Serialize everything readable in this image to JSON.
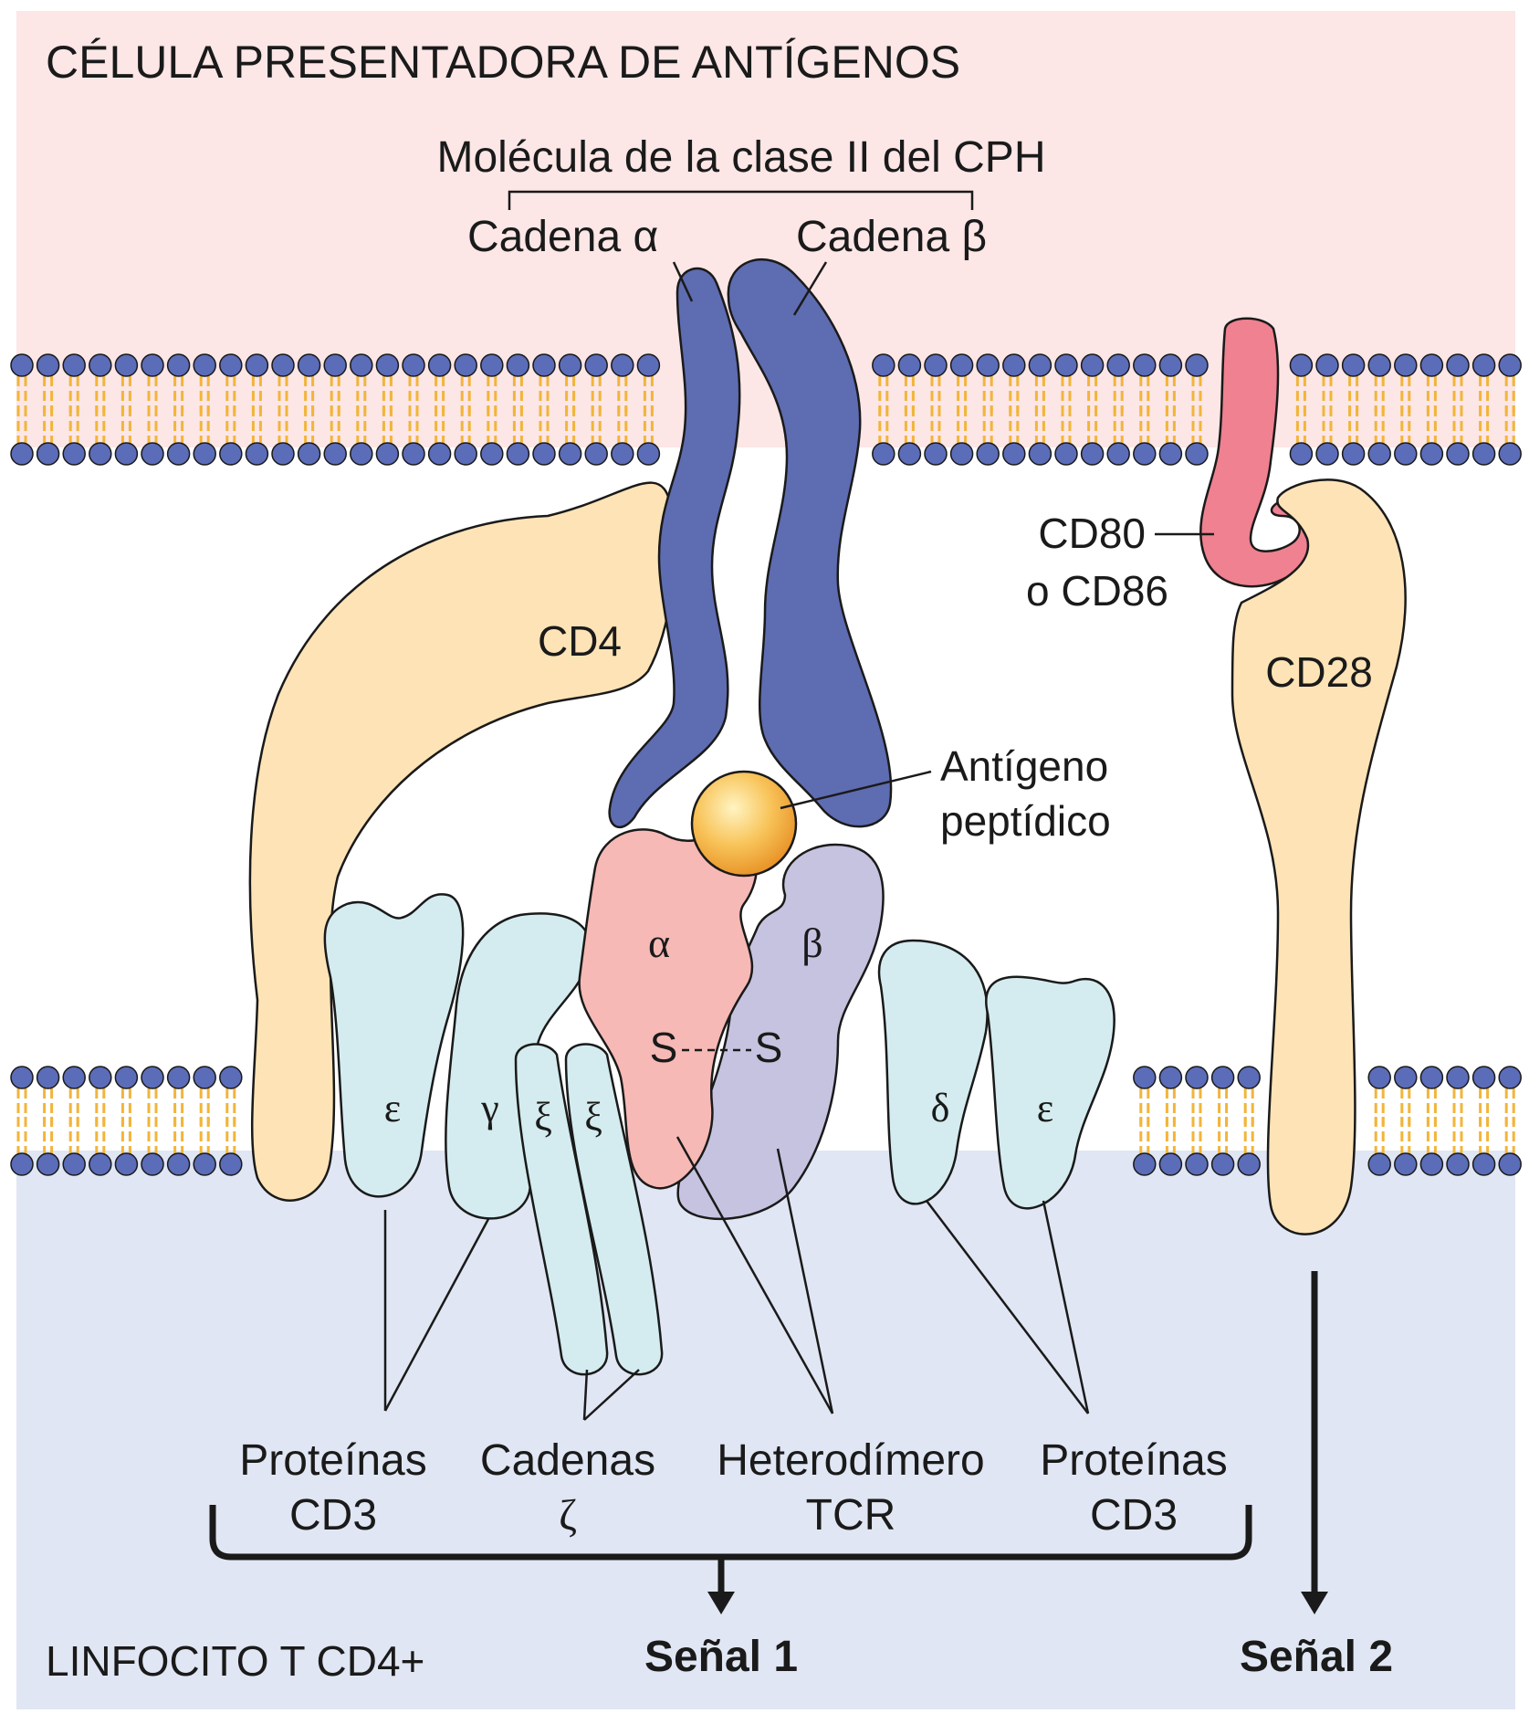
{
  "regions": {
    "apc_title": "CÉLULA PRESENTADORA DE ANTÍGENOS",
    "tcell_title": "LINFOCITO T CD4+"
  },
  "mhc": {
    "title": "Molécula de la clase II del CPH",
    "alpha_label": "Cadena α",
    "beta_label": "Cadena β"
  },
  "molecules": {
    "cd4": "CD4",
    "cd80_line1": "CD80",
    "cd80_line2": "o CD86",
    "cd28": "CD28",
    "antigen_line1": "Antígeno",
    "antigen_line2": "peptídico"
  },
  "tcr": {
    "alpha": "α",
    "beta": "β",
    "disulfide_left": "S",
    "disulfide_right": "S"
  },
  "cd3_subunits": {
    "epsilon_left": "ε",
    "gamma": "γ",
    "xi_1": "ξ",
    "xi_2": "ξ",
    "delta": "δ",
    "epsilon_right": "ε"
  },
  "bottom_labels": {
    "cd3_left_line1": "Proteínas",
    "cd3_left_line2": "CD3",
    "zeta_line1": "Cadenas",
    "zeta_line2": "ζ",
    "tcr_line1": "Heterodímero",
    "tcr_line2": "TCR",
    "cd3_right_line1": "Proteínas",
    "cd3_right_line2": "CD3"
  },
  "signals": {
    "signal1": "Señal 1",
    "signal2": "Señal 2"
  },
  "colors": {
    "apc_background": "#fce6e6",
    "tcell_background": "#e0e6f3",
    "lipid_head": "#5b6cb8",
    "lipid_tail": "#f2b53a",
    "mhc_chain": "#5e6cb1",
    "cd4_cd28": "#fde3b6",
    "cd80": "#ef8190",
    "cd3": "#d4ecef",
    "tcr_alpha": "#f6b9b5",
    "tcr_beta": "#c6c3e0",
    "peptide": "#f5b13f"
  }
}
